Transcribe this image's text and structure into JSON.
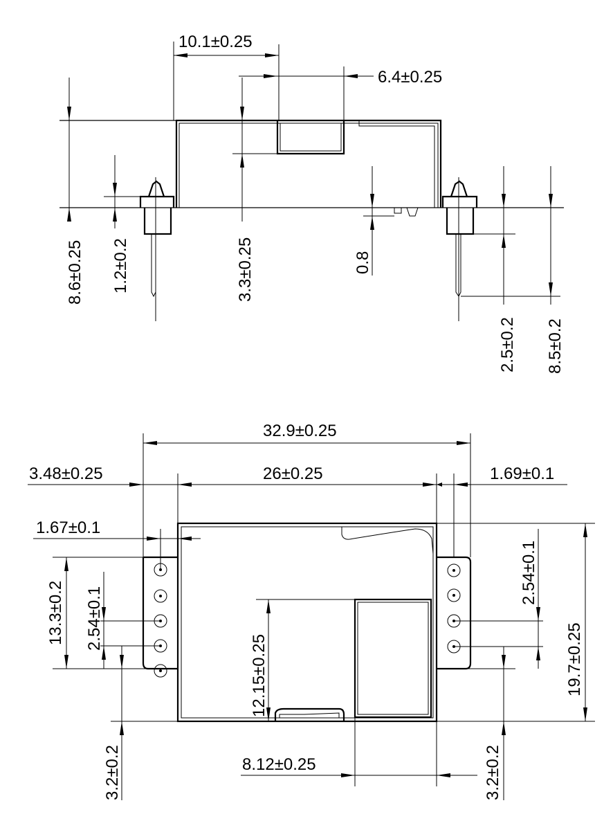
{
  "side_view": {
    "dims": {
      "top_width": "10.1±0.25",
      "window_width": "6.4±0.25",
      "total_height": "8.6±0.25",
      "pin_collar": "1.2±0.2",
      "window_height": "3.3±0.25",
      "standoff": "0.8",
      "pin_below_collar": "2.5±0.2",
      "pin_total": "8.5±0.2"
    }
  },
  "top_view": {
    "dims": {
      "overall_width": "32.9±0.25",
      "body_width": "26±0.25",
      "left_pin_offset": "3.48±0.25",
      "right_pin_offset": "1.69±0.1",
      "left_pin_edge": "1.67±0.1",
      "left_header_height": "13.3±0.2",
      "left_pitch": "2.54±0.1",
      "sensor_height": "12.15±0.25",
      "right_pitch": "2.54±0.1",
      "overall_height": "19.7±0.25",
      "left_bottom": "3.2±0.2",
      "sensor_width": "8.12±0.25",
      "right_bottom": "3.2±0.2"
    }
  }
}
